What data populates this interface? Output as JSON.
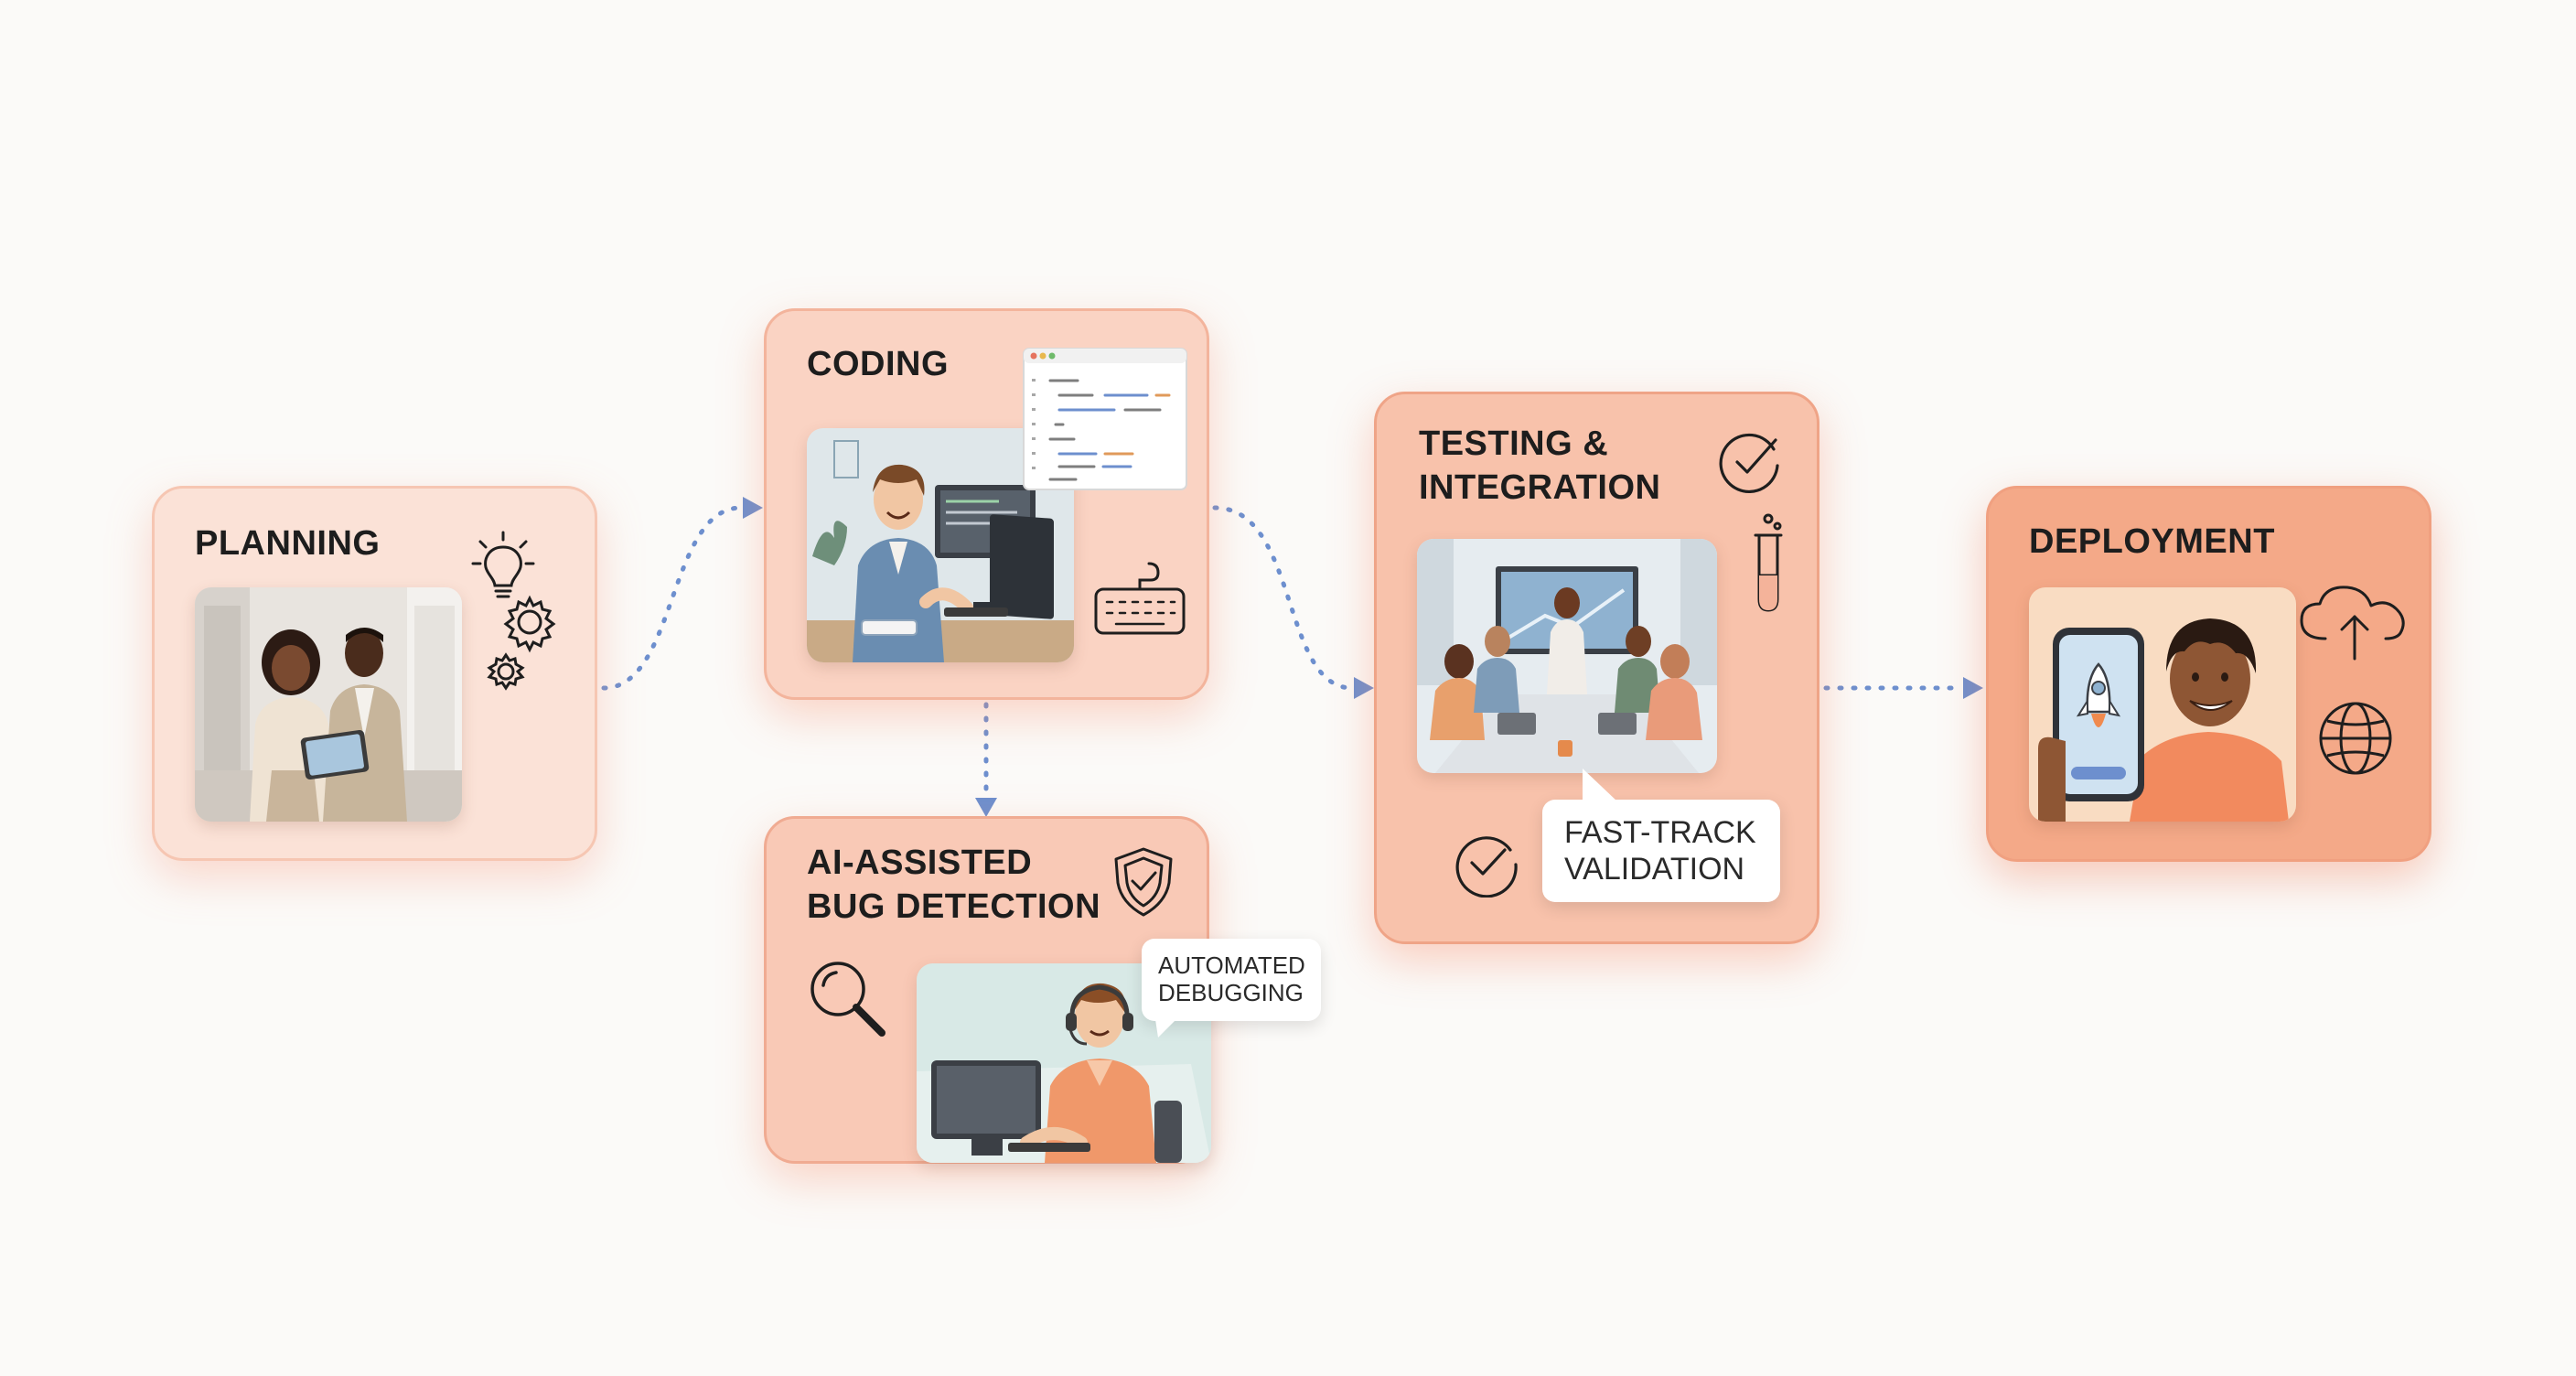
{
  "stages": {
    "planning": {
      "title": "PLANNING"
    },
    "coding": {
      "title": "CODING"
    },
    "bug_detection": {
      "title": "AI-ASSISTED\nBUG DETECTION"
    },
    "testing": {
      "title": "TESTING &\nINTEGRATION"
    },
    "deployment": {
      "title": "DEPLOYMENT"
    }
  },
  "callouts": {
    "automated_debugging": {
      "line1": "AUTOMATED",
      "line2": "DEBUGGING"
    },
    "fast_track_validation": {
      "line1": "FAST-TRACK",
      "line2": "VALIDATION"
    }
  },
  "colors": {
    "connector": "#6d8fce",
    "title_text": "#1d1d1d",
    "accent_orange": "#f07a4a"
  },
  "icons": [
    "lightbulb-icon",
    "gears-icon",
    "code-window-icon",
    "keyboard-icon",
    "shield-check-icon",
    "magnifier-icon",
    "checkmark-circle-icon",
    "test-tube-icon",
    "check-icon",
    "cloud-upload-icon",
    "globe-icon",
    "rocket-icon"
  ]
}
